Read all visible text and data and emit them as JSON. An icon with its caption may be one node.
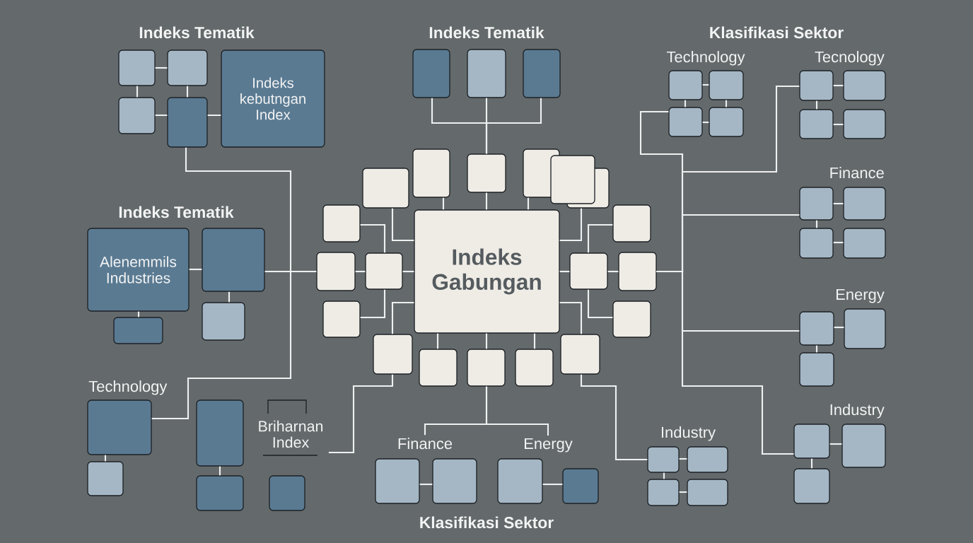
{
  "diagram": {
    "nodes": [
      {
        "text": [],
        "shape": "box"
      },
      {
        "text": [],
        "shape": "box"
      },
      {
        "text": [],
        "shape": "box"
      },
      {
        "text": [],
        "shape": "box"
      },
      {
        "text": [
          "Indeks kebutngan Index"
        ]
      },
      {
        "text": [],
        "shape": "box"
      },
      {
        "text": [],
        "shape": "box"
      },
      {
        "text": [],
        "shape": "box"
      },
      {
        "text": [],
        "shape": "box"
      },
      {
        "text": [],
        "shape": "box"
      },
      {
        "text": [],
        "shape": "box"
      },
      {
        "text": [],
        "shape": "box"
      },
      {
        "text": [],
        "shape": "box"
      },
      {
        "text": [],
        "shape": "box"
      },
      {
        "text": [],
        "shape": "box"
      },
      {
        "text": [],
        "shape": "box"
      },
      {
        "text": [],
        "shape": "box"
      },
      {
        "text": [],
        "shape": "box"
      },
      {
        "text": [],
        "shape": "box"
      },
      {
        "text": [],
        "shape": "box"
      },
      {
        "text": [],
        "shape": "box"
      },
      {
        "text": [],
        "shape": "box"
      },
      {
        "text": [],
        "shape": "box"
      },
      {
        "text": [],
        "shape": "box"
      },
      {
        "text": [
          "Indeks Gabungan"
        ]
      },
      {
        "text": [],
        "shape": "box"
      },
      {
        "text": [],
        "shape": "box"
      },
      {
        "text": [],
        "shape": "box"
      },
      {
        "text": [],
        "shape": "box"
      },
      {
        "text": [],
        "shape": "box"
      },
      {
        "text": [],
        "shape": "box"
      },
      {
        "text": [],
        "shape": "box"
      },
      {
        "text": [],
        "shape": "box"
      },
      {
        "text": [],
        "shape": "box"
      },
      {
        "text": [],
        "shape": "box"
      },
      {
        "text": [],
        "shape": "box"
      },
      {
        "text": [],
        "shape": "box"
      },
      {
        "text": [],
        "shape": "box"
      },
      {
        "text": [],
        "shape": "box"
      },
      {
        "text": [],
        "shape": "box"
      },
      {
        "text": [
          "Alenemmils Industries"
        ]
      },
      {
        "text": [],
        "shape": "box"
      },
      {
        "text": [],
        "shape": "box"
      },
      {
        "text": [],
        "shape": "box"
      },
      {
        "text": [],
        "shape": "box"
      },
      {
        "text": [],
        "shape": "box"
      },
      {
        "text": [],
        "shape": "box"
      },
      {
        "text": [],
        "shape": "box"
      },
      {
        "text": [],
        "shape": "box"
      },
      {
        "text": [],
        "shape": "box"
      },
      {
        "text": [],
        "shape": "box"
      },
      {
        "text": [
          "Briharnan Index"
        ]
      },
      {
        "text": [],
        "shape": "box"
      },
      {
        "text": [
          "Finance"
        ]
      },
      {
        "text": [
          "Energy"
        ]
      },
      {
        "text": [],
        "shape": "box"
      },
      {
        "text": [],
        "shape": "box"
      },
      {
        "text": [],
        "shape": "box"
      },
      {
        "text": [],
        "shape": "box"
      },
      {
        "text": [],
        "shape": "box"
      },
      {
        "text": [],
        "shape": "box"
      },
      {
        "text": [],
        "shape": "box"
      },
      {
        "text": [],
        "shape": "box"
      },
      {
        "text": [],
        "shape": "box"
      },
      {
        "text": [],
        "shape": "box"
      },
      {
        "text": [],
        "shape": "box"
      }
    ],
    "edges": [
      {
        "from": 0,
        "to": 1,
        "arrow": "none"
      },
      {
        "from": 0,
        "to": 2,
        "arrow": "none"
      },
      {
        "from": 1,
        "to": 3,
        "arrow": "none"
      },
      {
        "from": 2,
        "to": 3,
        "arrow": "none"
      },
      {
        "from": 3,
        "to": 4,
        "arrow": "none"
      },
      {
        "from": 3,
        "to": 47,
        "arrow": "none"
      },
      {
        "from": 5,
        "to": 18,
        "arrow": "none"
      },
      {
        "from": 6,
        "to": 18,
        "arrow": "none"
      },
      {
        "from": 7,
        "to": 18,
        "arrow": "none"
      },
      {
        "from": 8,
        "to": 9,
        "arrow": "none"
      },
      {
        "from": 8,
        "to": 10,
        "arrow": "none"
      },
      {
        "from": 9,
        "to": 11,
        "arrow": "none"
      },
      {
        "from": 10,
        "to": 11,
        "arrow": "none"
      },
      {
        "from": 12,
        "to": 13,
        "arrow": "none"
      },
      {
        "from": 12,
        "to": 14,
        "arrow": "none"
      },
      {
        "from": 14,
        "to": 15,
        "arrow": "none"
      },
      {
        "from": 16,
        "to": 24,
        "arrow": "none"
      },
      {
        "from": 17,
        "to": 24,
        "arrow": "none"
      },
      {
        "from": 18,
        "to": 24,
        "arrow": "none"
      },
      {
        "from": 19,
        "to": 24,
        "arrow": "none"
      },
      {
        "from": 21,
        "to": 24,
        "arrow": "none"
      },
      {
        "from": 22,
        "to": 26,
        "arrow": "none"
      },
      {
        "from": 25,
        "to": 26,
        "arrow": "none"
      },
      {
        "from": 26,
        "to": 24,
        "arrow": "none"
      },
      {
        "from": 29,
        "to": 26,
        "arrow": "none"
      },
      {
        "from": 23,
        "to": 27,
        "arrow": "none"
      },
      {
        "from": 27,
        "to": 24,
        "arrow": "none"
      },
      {
        "from": 27,
        "to": 28,
        "arrow": "none"
      },
      {
        "from": 30,
        "to": 27,
        "arrow": "none"
      },
      {
        "from": 24,
        "to": 31,
        "arrow": "none"
      },
      {
        "from": 24,
        "to": 33,
        "arrow": "none"
      },
      {
        "from": 24,
        "to": 34,
        "arrow": "none"
      },
      {
        "from": 24,
        "to": 35,
        "arrow": "none"
      },
      {
        "from": 24,
        "to": 32,
        "arrow": "none"
      },
      {
        "from": 34,
        "to": 53,
        "arrow": "none"
      },
      {
        "from": 34,
        "to": 54,
        "arrow": "none"
      },
      {
        "from": 31,
        "to": 51,
        "arrow": "none"
      },
      {
        "from": 32,
        "to": 59,
        "arrow": "none"
      },
      {
        "from": 28,
        "to": 10,
        "arrow": "none"
      },
      {
        "from": 28,
        "to": 12,
        "arrow": "none"
      },
      {
        "from": 28,
        "to": 36,
        "arrow": "none"
      },
      {
        "from": 28,
        "to": 44,
        "arrow": "none"
      },
      {
        "from": 28,
        "to": 63,
        "arrow": "none"
      },
      {
        "from": 36,
        "to": 37,
        "arrow": "none"
      },
      {
        "from": 36,
        "to": 38,
        "arrow": "none"
      },
      {
        "from": 38,
        "to": 39,
        "arrow": "none"
      },
      {
        "from": 40,
        "to": 41,
        "arrow": "none"
      },
      {
        "from": 40,
        "to": 42,
        "arrow": "none"
      },
      {
        "from": 41,
        "to": 43,
        "arrow": "none"
      },
      {
        "from": 41,
        "to": 25,
        "arrow": "none"
      },
      {
        "from": 44,
        "to": 45,
        "arrow": "none"
      },
      {
        "from": 44,
        "to": 46,
        "arrow": "none"
      },
      {
        "from": 47,
        "to": 48,
        "arrow": "none"
      },
      {
        "from": 49,
        "to": 50,
        "arrow": "none"
      },
      {
        "from": 55,
        "to": 56,
        "arrow": "none"
      },
      {
        "from": 57,
        "to": 58,
        "arrow": "none"
      },
      {
        "from": 59,
        "to": 60,
        "arrow": "none"
      },
      {
        "from": 59,
        "to": 61,
        "arrow": "none"
      },
      {
        "from": 61,
        "to": 62,
        "arrow": "none"
      },
      {
        "from": 63,
        "to": 64,
        "arrow": "none"
      },
      {
        "from": 63,
        "to": 65,
        "arrow": "none"
      }
    ],
    "labels": [
      "Indeks Tematik",
      "Indeks Tematik",
      "Klasifikasi Sektor",
      "Technology",
      "Tecnology",
      "Finance",
      "Indeks Tematik",
      "Energy",
      "Technology",
      "Industry",
      "Industry",
      "Klasifikasi Sektor"
    ]
  }
}
